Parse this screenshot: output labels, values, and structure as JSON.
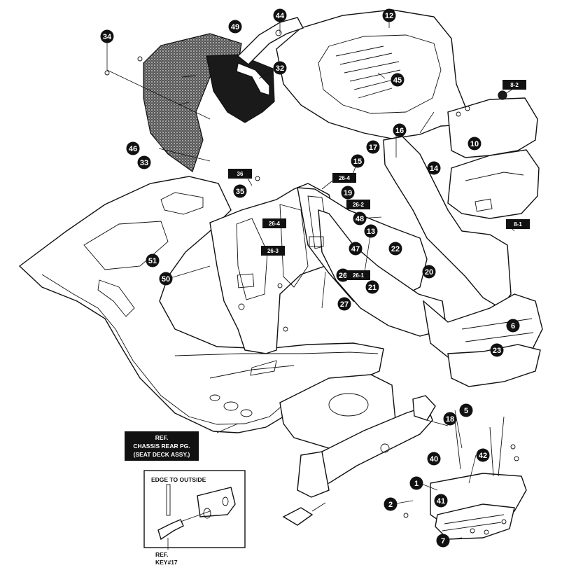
{
  "callouts": [
    "12",
    "44",
    "49",
    "34",
    "32",
    "45",
    "8-2",
    "10",
    "16",
    "17",
    "15",
    "14",
    "46",
    "33",
    "36",
    "26-4",
    "19",
    "35",
    "26-2",
    "48",
    "8-1",
    "13",
    "26-4",
    "26-3",
    "51",
    "47",
    "22",
    "50",
    "26",
    "26-1",
    "20",
    "21",
    "27",
    "6",
    "23",
    "5",
    "18",
    "40",
    "42",
    "1",
    "41",
    "2",
    "7"
  ],
  "ref_box": {
    "line1": "REF.",
    "line2": "CHASSIS REAR PG.",
    "line3": "(SEAT DECK ASSY.)"
  },
  "inset": {
    "heading": "EDGE TO OUTSIDE",
    "ref_line1": "REF.",
    "ref_line2": "KEY#17"
  }
}
